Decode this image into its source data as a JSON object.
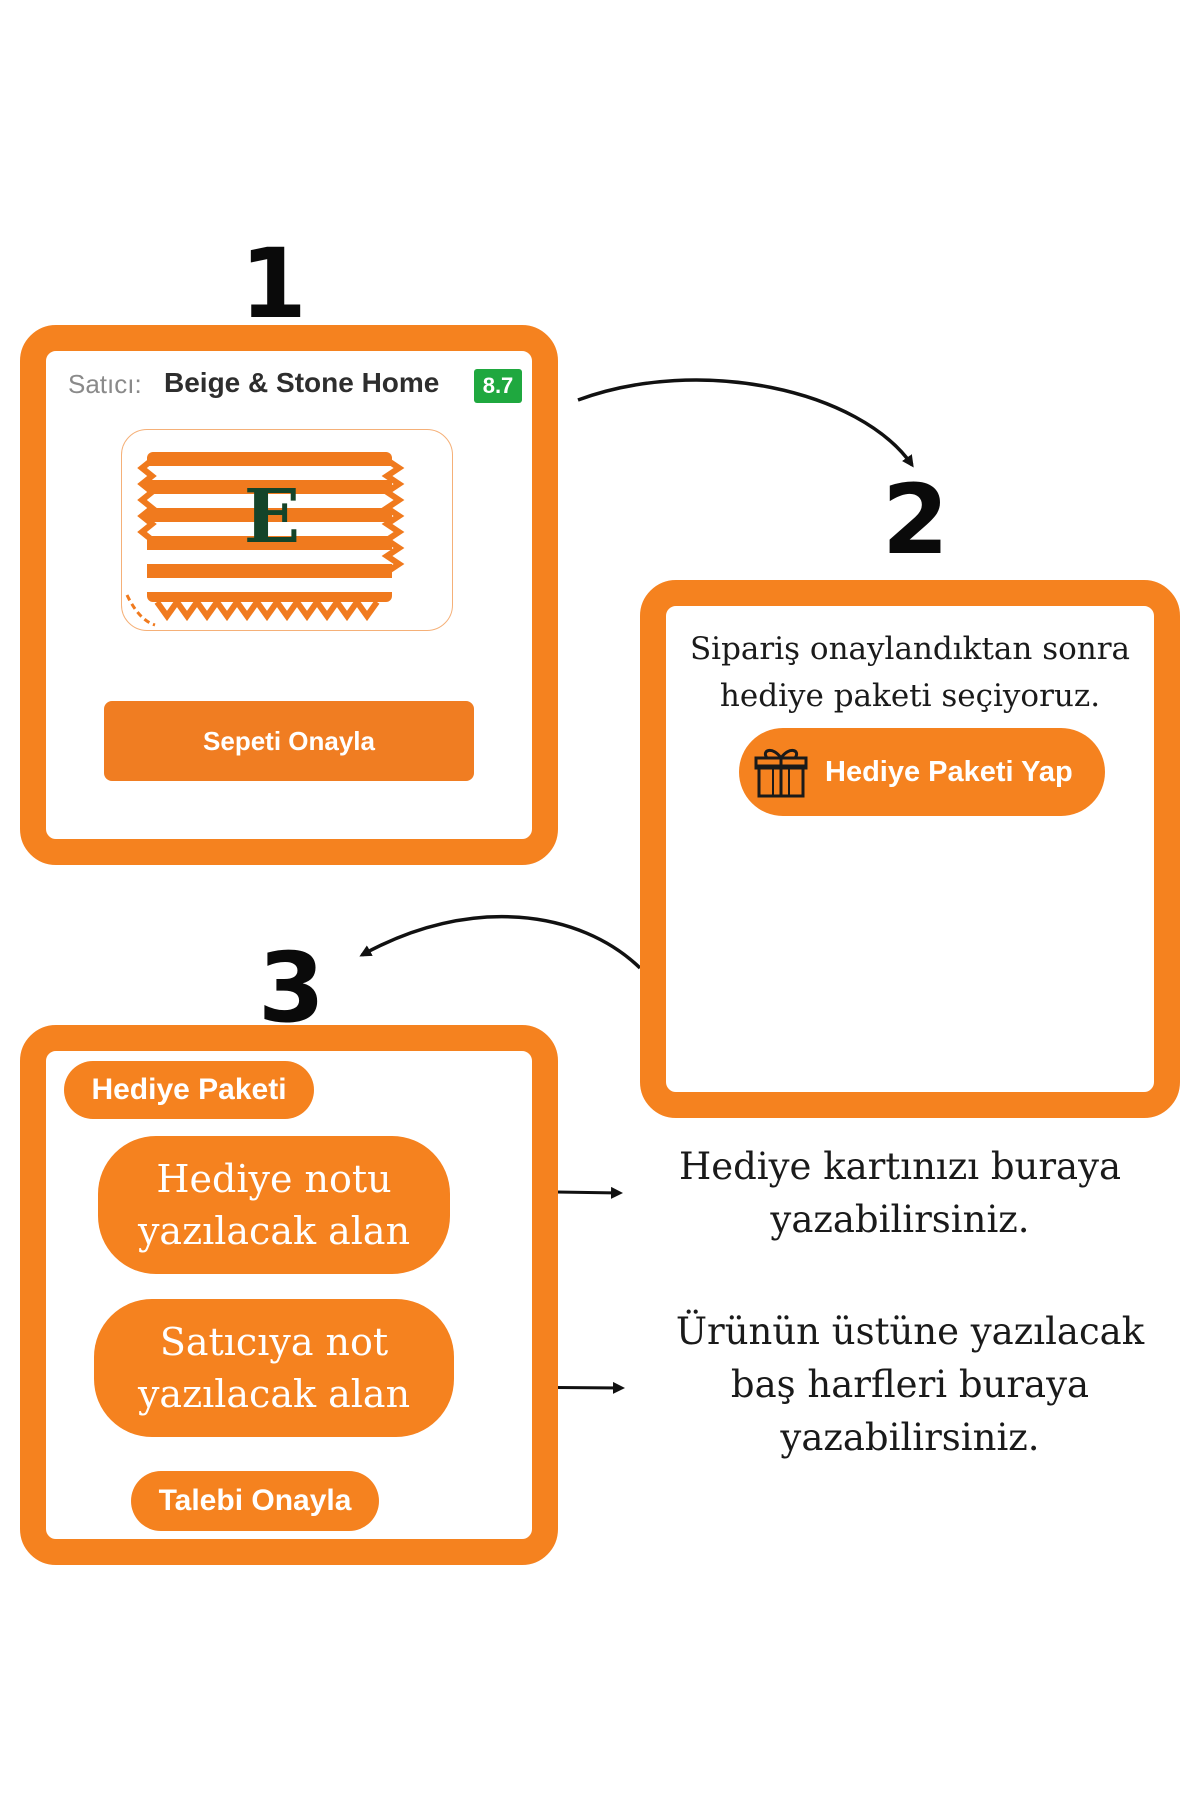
{
  "steps": {
    "one": "1",
    "two": "2",
    "three": "3"
  },
  "step1": {
    "seller_label": "Satıcı:",
    "seller_name": "Beige & Stone Home",
    "seller_score": "8.7",
    "product_monogram": "E",
    "confirm_cart_label": "Sepeti Onayla"
  },
  "step2": {
    "instruction_line1": "Sipariş onaylandıktan sonra",
    "instruction_line2": "hediye paketi seçiyoruz.",
    "gift_button_label": "Hediye Paketi Yap"
  },
  "step3": {
    "title": "Hediye Paketi",
    "gift_note_line1": "Hediye notu",
    "gift_note_line2": "yazılacak alan",
    "seller_note_line1": "Satıcıya not",
    "seller_note_line2": "yazılacak alan",
    "approve_label": "Talebi Onayla"
  },
  "explanations": {
    "gift_card_line1": "Hediye kartınızı buraya",
    "gift_card_line2": "yazabilirsiniz.",
    "initials_line1": "Ürünün üstüne yazılacak",
    "initials_line2": "baş harfleri buraya",
    "initials_line3": "yazabilirsiniz."
  },
  "colors": {
    "accent": "#f5821f",
    "score_badge": "#1fa83f",
    "text_dark": "#1a1a1a"
  },
  "icons": [
    "gift-icon",
    "arrow-icon"
  ]
}
